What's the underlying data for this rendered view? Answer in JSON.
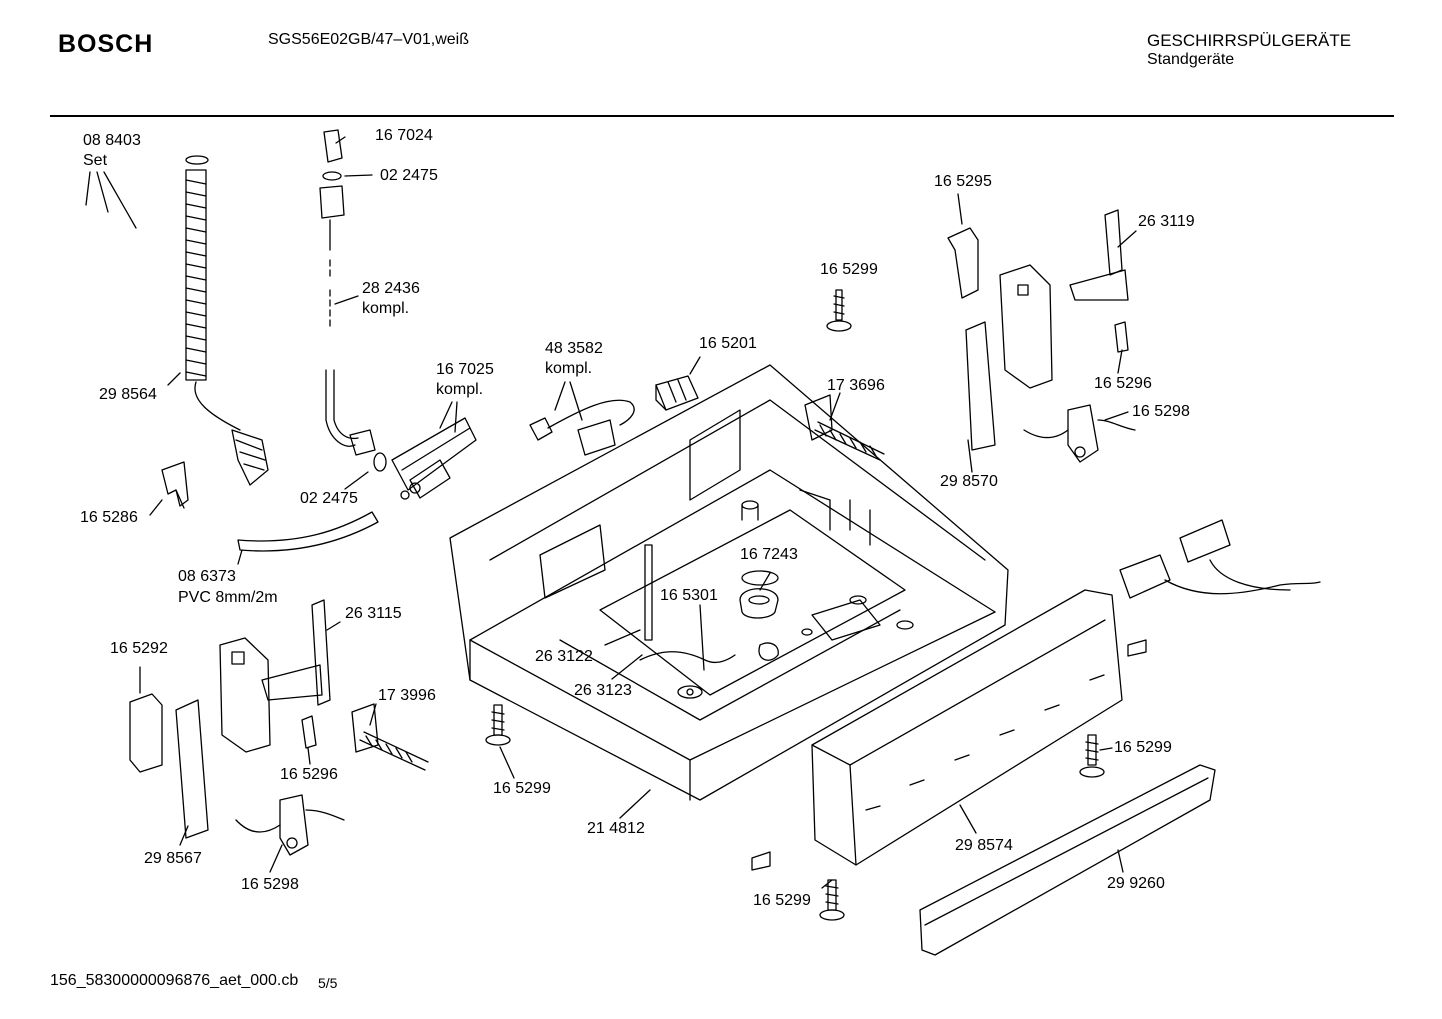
{
  "header": {
    "brand": "BOSCH",
    "model": "SGS56E02GB/47–V01,weiß",
    "category": "GESCHIRRSPÜLGERÄTE",
    "subcategory": "Standgeräte"
  },
  "footer": {
    "doc_id": "156_58300000096876_aet_000.cb",
    "page": "5/5"
  },
  "part_labels": {
    "p088403": "08 8403",
    "set": "Set",
    "p167024": "16 7024",
    "p022475_top": "02 2475",
    "p282436": "28 2436",
    "kompl_a": "kompl.",
    "p298564": "29 8564",
    "p167025": "16 7025",
    "kompl_b": "kompl.",
    "p483582": "48 3582",
    "kompl_c": "kompl.",
    "p165201": "16 5201",
    "p165299_top": "16 5299",
    "p173696": "17 3696",
    "p165295": "16 5295",
    "p263119": "26 3119",
    "p165296_right": "16 5296",
    "p165298_right": "16 5298",
    "p298570": "29 8570",
    "p165286": "16 5286",
    "p022475_mid": "02 2475",
    "p086373": "08 6373",
    "pvc": "PVC 8mm/2m",
    "p263115": "26 3115",
    "p165292": "16 5292",
    "p173996": "17 3996",
    "p165296_left": "16 5296",
    "p298567": "29 8567",
    "p165298_left": "16 5298",
    "p167243": "16 7243",
    "p165301": "16 5301",
    "p263122": "26 3122",
    "p263123": "26 3123",
    "p165299_mid": "16 5299",
    "p214812": "21 4812",
    "p165299_right": "16 5299",
    "p298574": "29 8574",
    "p299260": "29 9260",
    "p165299_bottom": "16 5299"
  }
}
